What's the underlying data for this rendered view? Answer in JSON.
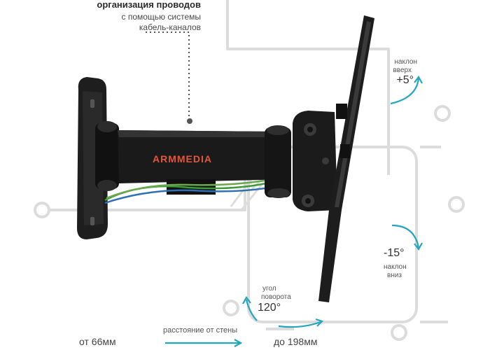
{
  "caption": {
    "line1": "организация проводов",
    "line2": "с помощью системы",
    "line3": "кабель-каналов"
  },
  "brand": {
    "logo_text": "ARMMEDIA",
    "color": "#e0573c"
  },
  "tilt_up": {
    "label_1": "наклон",
    "label_2": "вверх",
    "value": "+5°"
  },
  "tilt_down": {
    "value": "-15°",
    "label_1": "наклон",
    "label_2": "вниз"
  },
  "rotation": {
    "label_1": "угол",
    "label_2": "поворота",
    "value": "120°"
  },
  "distance": {
    "from": "от 66мм",
    "label": "расстояние от стены",
    "to": "до 198мм"
  },
  "colors": {
    "accent": "#23a6bf",
    "mount": "#1c1c1c",
    "watermark": "#d8d8d8"
  }
}
